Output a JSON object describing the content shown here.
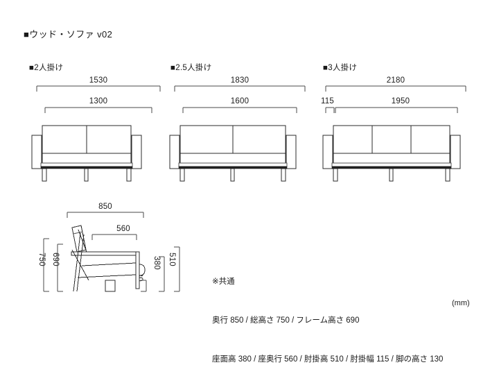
{
  "title": "■ウッド・ソファ v02",
  "unit_note": "(mm)",
  "variants": [
    {
      "label": "■2人掛け",
      "overall_width": "1530",
      "inner_width": "1300",
      "seats": 2,
      "arm_width": null
    },
    {
      "label": "■2.5人掛け",
      "overall_width": "1830",
      "inner_width": "1600",
      "seats": 2,
      "arm_width": null
    },
    {
      "label": "■3人掛け",
      "overall_width": "2180",
      "inner_width": "1950",
      "seats": 3,
      "arm_width": "115"
    }
  ],
  "side_view": {
    "depth": "850",
    "seat_depth": "560",
    "total_height": "750",
    "frame_height": "690",
    "arm_height": "510",
    "seat_height": "380",
    "leg_height": "130"
  },
  "spec": {
    "heading": "※共通",
    "line1": "奥行 850 / 総高さ 750 / フレーム高さ 690",
    "line2": "座面高 380 / 座奥行 560 / 肘掛高 510 / 肘掛幅 115 / 脚の高さ 130"
  },
  "colors": {
    "ink": "#2b2b2b",
    "dimension": "#4a4a4a",
    "rail": "#1f1f1f",
    "background": "#ffffff"
  }
}
